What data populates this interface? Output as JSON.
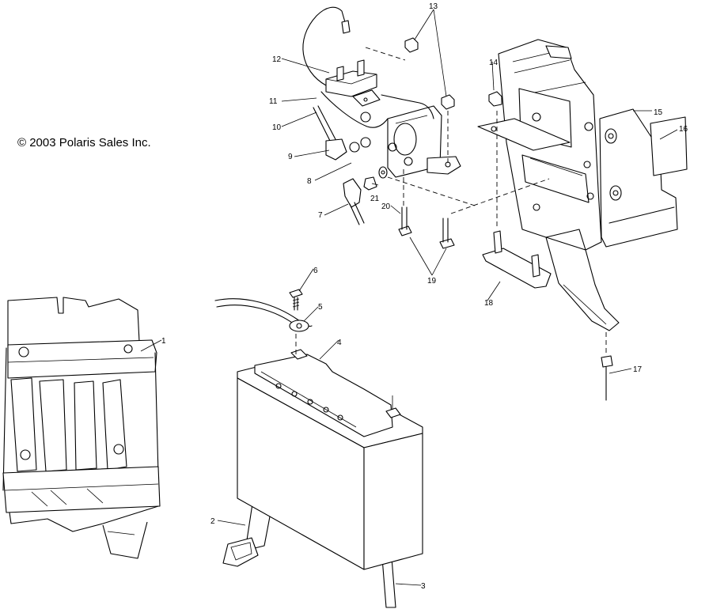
{
  "copyright": "© 2003 Polaris Sales Inc.",
  "callouts": {
    "c1": "1",
    "c2": "2",
    "c3": "3",
    "c4": "4",
    "c5": "5",
    "c6": "6",
    "c7": "7",
    "c8": "8",
    "c9": "9",
    "c10": "10",
    "c11": "11",
    "c12": "12",
    "c13": "13",
    "c14": "14",
    "c15": "15",
    "c16": "16",
    "c17": "17",
    "c18": "18",
    "c19": "19",
    "c20": "20",
    "c21": "21"
  }
}
